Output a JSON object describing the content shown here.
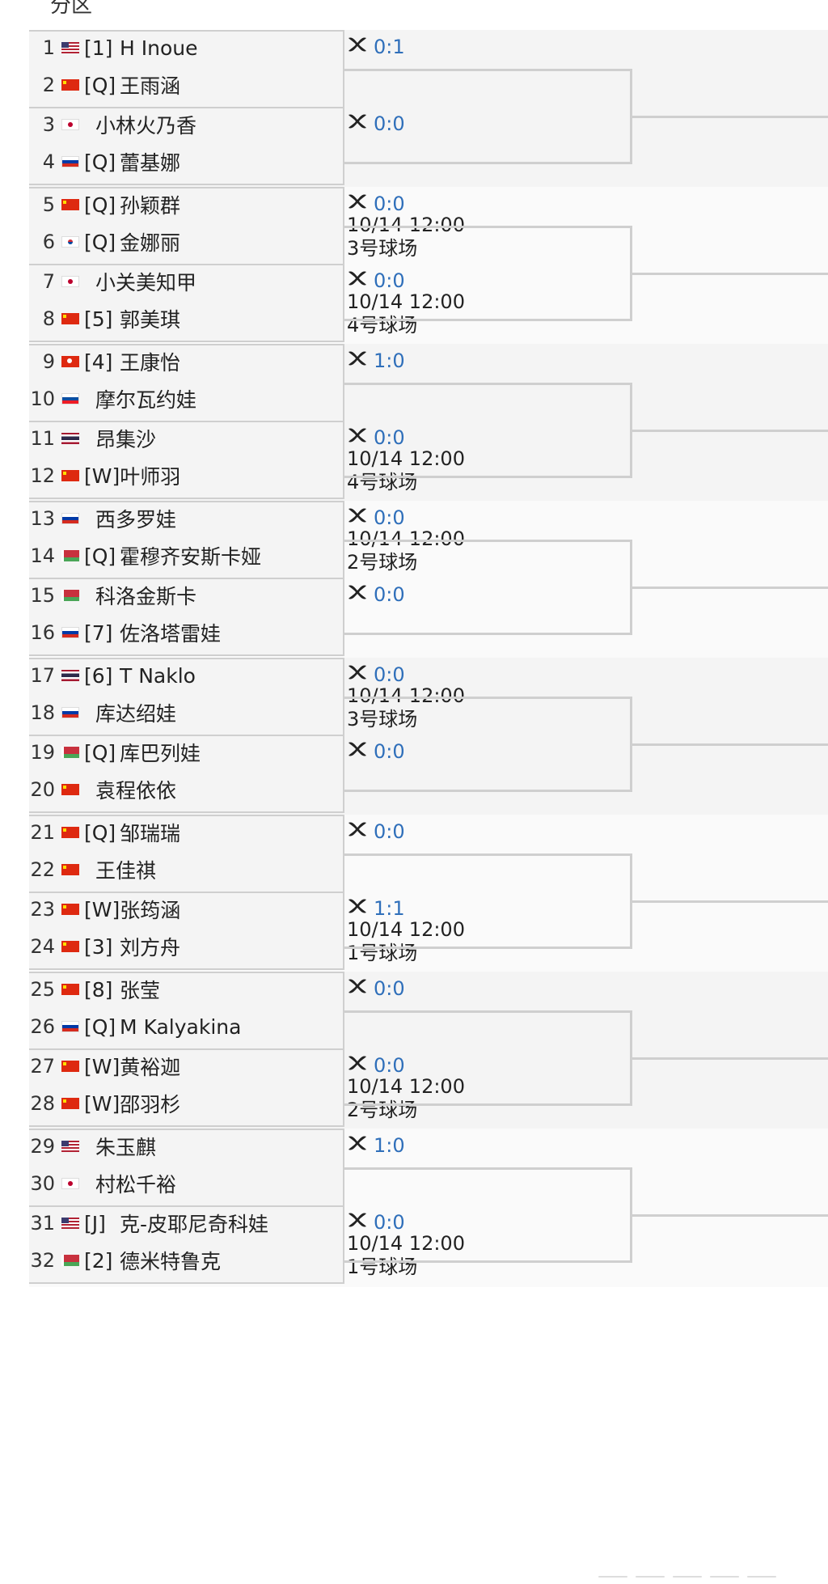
{
  "section": {
    "title": "分区"
  },
  "players": [
    {
      "num": "1",
      "flag": "us",
      "seed": "[1]",
      "name": "H Inoue"
    },
    {
      "num": "2",
      "flag": "cn",
      "seed": "[Q]",
      "name": "王雨涵"
    },
    {
      "num": "3",
      "flag": "jp",
      "seed": "",
      "name": "小林火乃香"
    },
    {
      "num": "4",
      "flag": "ru",
      "seed": "[Q]",
      "name": "蕾基娜"
    },
    {
      "num": "5",
      "flag": "cn",
      "seed": "[Q]",
      "name": "孙颖群"
    },
    {
      "num": "6",
      "flag": "kr",
      "seed": "[Q]",
      "name": "金娜丽"
    },
    {
      "num": "7",
      "flag": "jp",
      "seed": "",
      "name": "小关美知甲"
    },
    {
      "num": "8",
      "flag": "cn",
      "seed": "[5]",
      "name": "郭美琪"
    },
    {
      "num": "9",
      "flag": "hk",
      "seed": "[4]",
      "name": "王康怡"
    },
    {
      "num": "10",
      "flag": "sk",
      "seed": "",
      "name": "摩尔瓦约娃"
    },
    {
      "num": "11",
      "flag": "th",
      "seed": "",
      "name": "昂集沙"
    },
    {
      "num": "12",
      "flag": "cn",
      "seed": "[W]",
      "name": "叶师羽"
    },
    {
      "num": "13",
      "flag": "ru",
      "seed": "",
      "name": "西多罗娃"
    },
    {
      "num": "14",
      "flag": "by",
      "seed": "[Q]",
      "name": "霍穆齐安斯卡娅"
    },
    {
      "num": "15",
      "flag": "by",
      "seed": "",
      "name": "科洛金斯卡"
    },
    {
      "num": "16",
      "flag": "ru",
      "seed": "[7]",
      "name": "佐洛塔雷娃"
    },
    {
      "num": "17",
      "flag": "th",
      "seed": "[6]",
      "name": "T Naklo"
    },
    {
      "num": "18",
      "flag": "ru",
      "seed": "",
      "name": "库达绍娃"
    },
    {
      "num": "19",
      "flag": "by",
      "seed": "[Q]",
      "name": "库巴列娃"
    },
    {
      "num": "20",
      "flag": "cn",
      "seed": "",
      "name": "袁程依依"
    },
    {
      "num": "21",
      "flag": "cn",
      "seed": "[Q]",
      "name": "邹瑞瑞"
    },
    {
      "num": "22",
      "flag": "cn",
      "seed": "",
      "name": "王佳祺"
    },
    {
      "num": "23",
      "flag": "cn",
      "seed": "[W]",
      "name": "张筠涵"
    },
    {
      "num": "24",
      "flag": "cn",
      "seed": "[3]",
      "name": "刘方舟"
    },
    {
      "num": "25",
      "flag": "cn",
      "seed": "[8]",
      "name": "张莹"
    },
    {
      "num": "26",
      "flag": "ru",
      "seed": "[Q]",
      "name": "M Kalyakina"
    },
    {
      "num": "27",
      "flag": "cn",
      "seed": "[W]",
      "name": "黄裕迦"
    },
    {
      "num": "28",
      "flag": "cn",
      "seed": "[W]",
      "name": "邵羽杉"
    },
    {
      "num": "29",
      "flag": "us",
      "seed": "",
      "name": "朱玉麒"
    },
    {
      "num": "30",
      "flag": "jp",
      "seed": "",
      "name": "村松千裕"
    },
    {
      "num": "31",
      "flag": "us",
      "seed": "[J]",
      "name": "克-皮耶尼奇科娃"
    },
    {
      "num": "32",
      "flag": "by",
      "seed": "[2]",
      "name": "德米特鲁克"
    }
  ],
  "matches": [
    {
      "score": "0:1",
      "date": "",
      "court": ""
    },
    {
      "score": "0:0",
      "date": "",
      "court": ""
    },
    {
      "score": "0:0",
      "date": "10/14 12:00",
      "court": "3号球场"
    },
    {
      "score": "0:0",
      "date": "10/14 12:00",
      "court": "4号球场"
    },
    {
      "score": "1:0",
      "date": "",
      "court": ""
    },
    {
      "score": "0:0",
      "date": "10/14 12:00",
      "court": "4号球场"
    },
    {
      "score": "0:0",
      "date": "10/14 12:00",
      "court": "2号球场"
    },
    {
      "score": "0:0",
      "date": "",
      "court": ""
    },
    {
      "score": "0:0",
      "date": "10/14 12:00",
      "court": "3号球场"
    },
    {
      "score": "0:0",
      "date": "",
      "court": ""
    },
    {
      "score": "0:0",
      "date": "",
      "court": ""
    },
    {
      "score": "1:1",
      "date": "10/14 12:00",
      "court": "1号球场"
    },
    {
      "score": "0:0",
      "date": "",
      "court": ""
    },
    {
      "score": "0:0",
      "date": "10/14 12:00",
      "court": "2号球场"
    },
    {
      "score": "1:0",
      "date": "",
      "court": ""
    },
    {
      "score": "0:0",
      "date": "10/14 12:00",
      "court": "1号球场"
    }
  ]
}
